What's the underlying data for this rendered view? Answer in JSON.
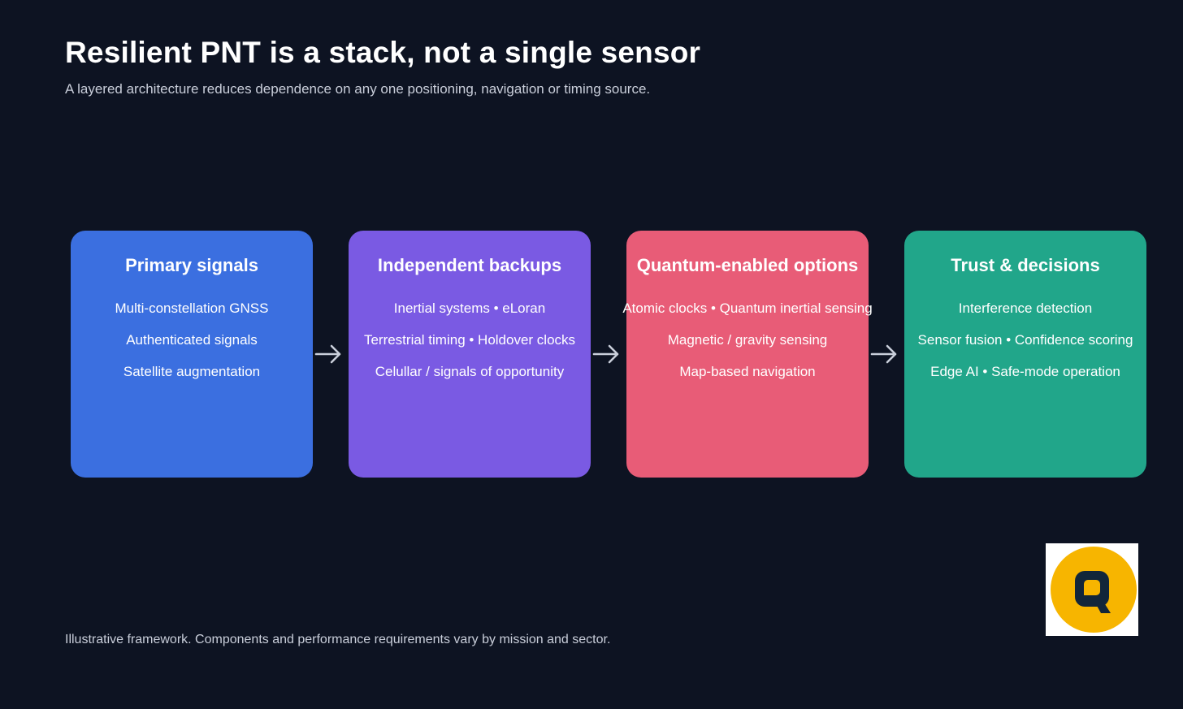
{
  "title": "Resilient PNT is a stack, not a single sensor",
  "subtitle": "A layered architecture reduces dependence on any one positioning, navigation or timing source.",
  "footnote": "Illustrative framework. Components and performance requirements vary by mission and sector.",
  "colors": {
    "background": "#0d1322",
    "primary_signals": "#3b6fe0",
    "independent_backups": "#7a5ae3",
    "quantum_options": "#e85c77",
    "trust_decisions": "#21a68a",
    "arrow": "#c9ceda",
    "logo_yellow": "#f7b500",
    "logo_dark": "#12263a"
  },
  "cards": [
    {
      "title": "Primary signals",
      "lines": [
        "Multi-constellation GNSS",
        "Authenticated signals",
        "Satellite augmentation"
      ]
    },
    {
      "title": "Independent backups",
      "lines": [
        "Inertial systems • eLoran",
        "Terrestrial timing • Holdover clocks",
        "Celullar / signals of opportunity"
      ]
    },
    {
      "title": "Quantum-enabled options",
      "lines": [
        "Atomic clocks • Quantum inertial sensing",
        "Magnetic / gravity sensing",
        "Map-based navigation"
      ]
    },
    {
      "title": "Trust & decisions",
      "lines": [
        "Interference detection",
        "Sensor fusion • Confidence scoring",
        "Edge AI • Safe-mode operation"
      ]
    }
  ],
  "icons": {
    "arrow": "arrow-right-icon",
    "logo": "q-logo-icon"
  }
}
